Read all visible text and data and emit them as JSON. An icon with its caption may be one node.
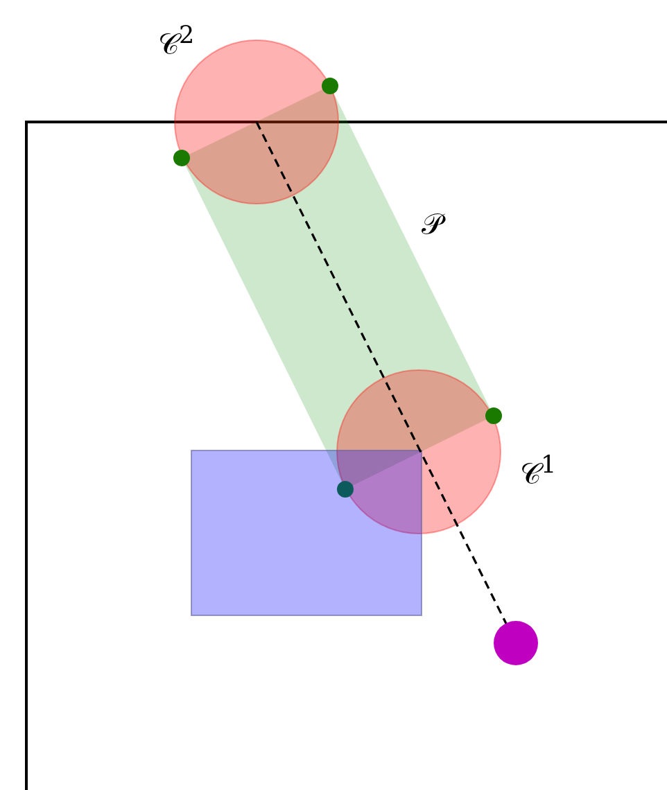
{
  "diagram": {
    "labels": [
      "𝒞$^{2}$",
      "𝒫",
      "𝒞$^{1}$"
    ]
  }
}
